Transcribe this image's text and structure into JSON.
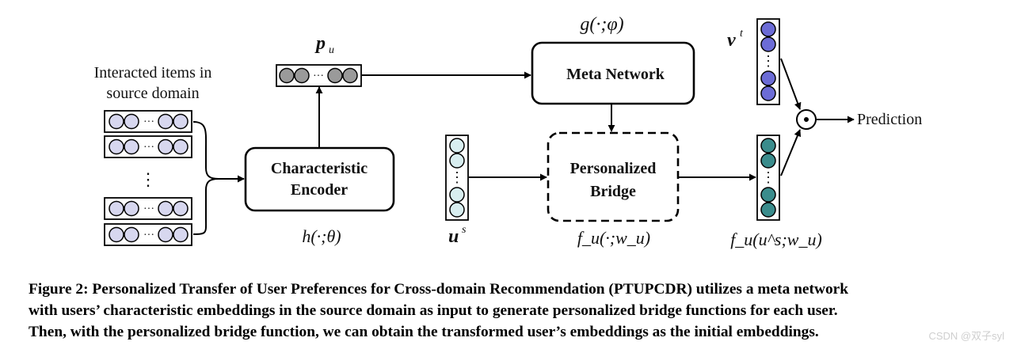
{
  "colors": {
    "purple": "#6c6cd6",
    "lavender": "#d7d7ef",
    "gray": "#9a9a9a",
    "lightcyan": "#d8eef0",
    "teal": "#3a8c8c"
  },
  "diagram": {
    "items_label_line1": "Interacted items in",
    "items_label_line2": "source domain",
    "dots_vertical": "⋮",
    "dots_horizontal": "···",
    "p_u": {
      "main": "p",
      "sub": "u"
    },
    "g_func": "g(·;φ)",
    "v_t": {
      "main": "v",
      "sup": "t"
    },
    "meta_network": "Meta Network",
    "characteristic_line1": "Characteristic",
    "characteristic_line2": "Encoder",
    "personalized_line1": "Personalized",
    "personalized_line2": "Bridge",
    "h_func": "h(·;θ)",
    "u_s": {
      "main": "u",
      "sup": "s"
    },
    "f_u_label": "f_u(·;w_u)",
    "f_u_us_label": "f_u(u^s;w_u)",
    "odot": "⊙",
    "prediction": "Prediction"
  },
  "caption": {
    "line1": "Figure 2: Personalized Transfer of User Preferences for Cross-domain Recommendation (PTUPCDR) utilizes a meta network",
    "line2": "with users’ characteristic embeddings in the source domain as input to generate personalized bridge functions for each user.",
    "line3": "Then, with the personalized bridge function, we can obtain the transformed user’s embeddings as the initial embeddings."
  },
  "watermark": "CSDN @双子syl"
}
